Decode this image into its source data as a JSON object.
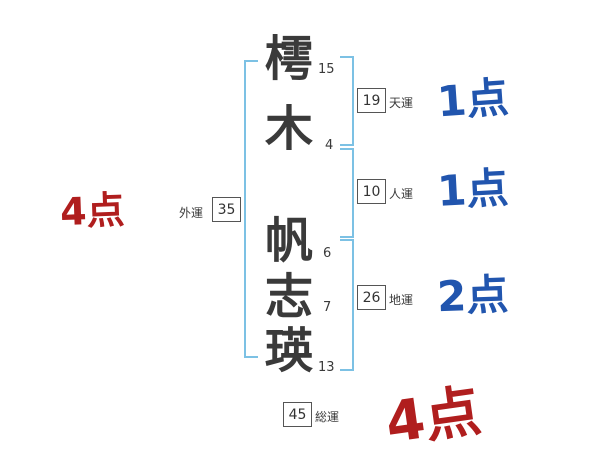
{
  "chars": [
    {
      "glyph": "樗",
      "strokes": "15"
    },
    {
      "glyph": "木",
      "strokes": "4"
    },
    {
      "glyph": "帆",
      "strokes": "6"
    },
    {
      "glyph": "志",
      "strokes": "7"
    },
    {
      "glyph": "瑛",
      "strokes": "13"
    }
  ],
  "fortunes": {
    "ten": {
      "value": "19",
      "label": "天運",
      "score": "1点"
    },
    "jin": {
      "value": "10",
      "label": "人運",
      "score": "1点"
    },
    "chi": {
      "value": "26",
      "label": "地運",
      "score": "2点"
    },
    "gai": {
      "value": "35",
      "label": "外運",
      "score": "4点"
    },
    "sou": {
      "value": "45",
      "label": "総運",
      "score": "4点"
    }
  },
  "colors": {
    "score_blue": "#2155ae",
    "score_red": "#b01e1e",
    "bracket_blue": "#7cc1e4"
  }
}
